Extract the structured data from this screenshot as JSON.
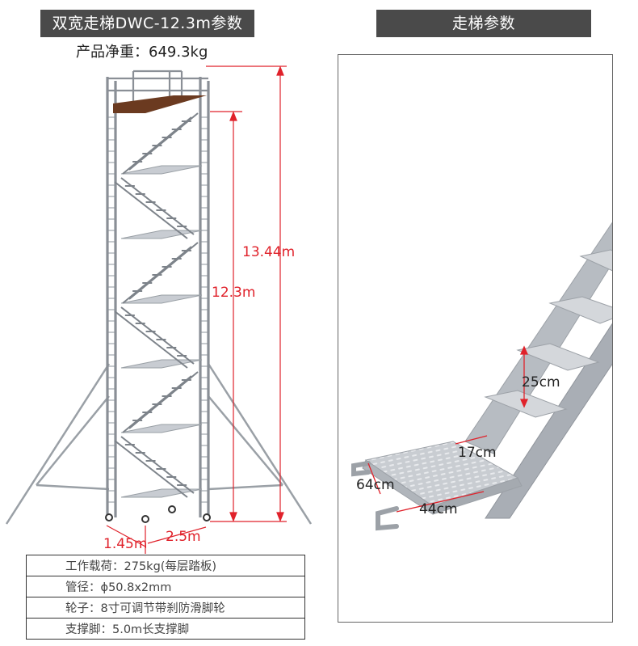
{
  "left_title": "双宽走梯DWC-12.3m参数",
  "right_title": "走梯参数",
  "net_weight": "产品净重：649.3kg",
  "scaffold_dims": {
    "total_height": "13.44m",
    "platform_height": "12.3m",
    "width": "1.45m",
    "length": "2.5m"
  },
  "specs": [
    "工作载荷：275kg(每层踏板)",
    "管径：ϕ50.8x2mm",
    "轮子：8寸可调节带刹防滑脚轮",
    "支撑脚：5.0m长支撑脚"
  ],
  "stair_dims": {
    "rise": "25cm",
    "tread_depth": "17cm",
    "landing_depth": "64cm",
    "landing_width": "44cm"
  },
  "colors": {
    "banner_bg": "#4a4a4a",
    "dimension_red": "#e0222b",
    "deck_brown": "#6b3a20",
    "frame_steel": "#8a8f96"
  }
}
